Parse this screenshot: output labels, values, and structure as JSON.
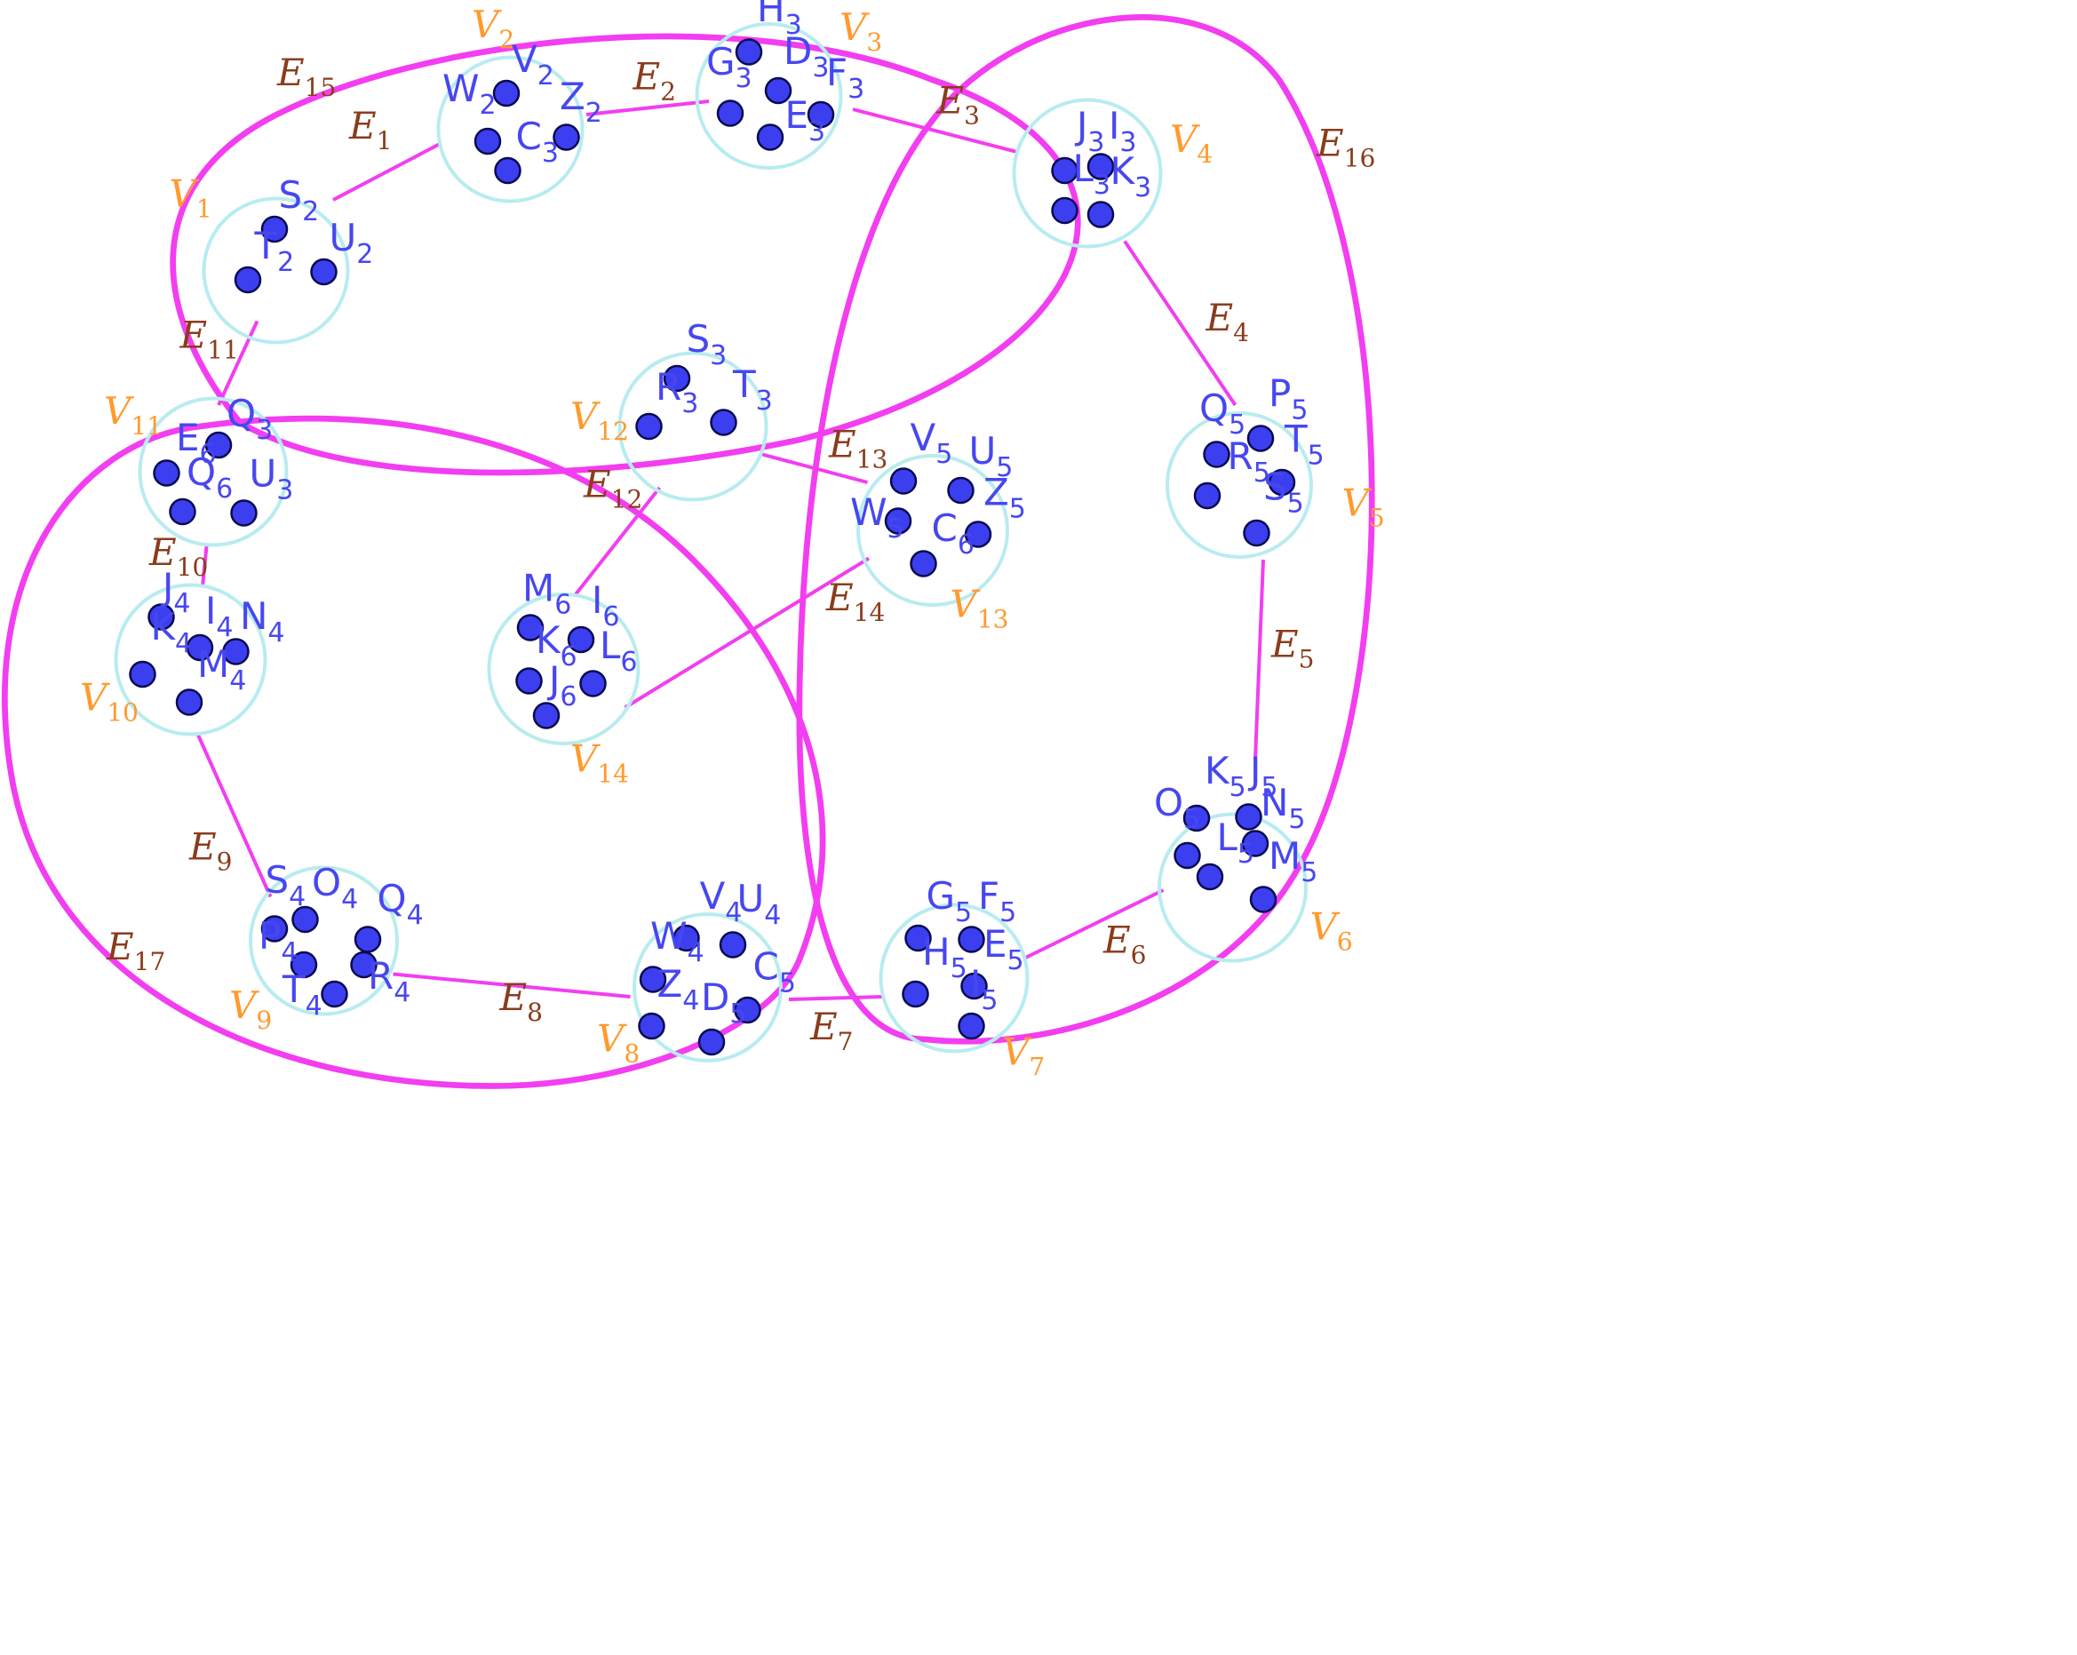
{
  "diagram": {
    "colors": {
      "cluster_stroke": "#b8ecef",
      "edge": "#f23ef0",
      "vertex_fill": "#3b3ff0",
      "vertex_label": "#4747f0",
      "cluster_label": "#ff9a2e",
      "edge_label": "#8a3c1c"
    },
    "clusters": [
      {
        "name": "V",
        "index": "1",
        "vertices": [
          {
            "name": "S",
            "index": "2"
          },
          {
            "name": "T",
            "index": "2"
          },
          {
            "name": "U",
            "index": "2"
          }
        ]
      },
      {
        "name": "V",
        "index": "2",
        "vertices": [
          {
            "name": "V",
            "index": "2"
          },
          {
            "name": "W",
            "index": "2"
          },
          {
            "name": "Z",
            "index": "2"
          },
          {
            "name": "C",
            "index": "3"
          }
        ]
      },
      {
        "name": "V",
        "index": "3",
        "vertices": [
          {
            "name": "H",
            "index": "3"
          },
          {
            "name": "G",
            "index": "3"
          },
          {
            "name": "D",
            "index": "3"
          },
          {
            "name": "F",
            "index": "3"
          },
          {
            "name": "E",
            "index": "3"
          }
        ]
      },
      {
        "name": "V",
        "index": "4",
        "vertices": [
          {
            "name": "J",
            "index": "3"
          },
          {
            "name": "I",
            "index": "3"
          },
          {
            "name": "L",
            "index": "3"
          },
          {
            "name": "K",
            "index": "3"
          }
        ]
      },
      {
        "name": "V",
        "index": "5",
        "vertices": [
          {
            "name": "Q",
            "index": "5"
          },
          {
            "name": "P",
            "index": "5"
          },
          {
            "name": "T",
            "index": "5"
          },
          {
            "name": "R",
            "index": "5"
          },
          {
            "name": "S",
            "index": "5"
          }
        ]
      },
      {
        "name": "V",
        "index": "6",
        "vertices": [
          {
            "name": "K",
            "index": "5"
          },
          {
            "name": "J",
            "index": "5"
          },
          {
            "name": "O",
            "index": "5"
          },
          {
            "name": "N",
            "index": "5"
          },
          {
            "name": "L",
            "index": "5"
          },
          {
            "name": "M",
            "index": "5"
          }
        ]
      },
      {
        "name": "V",
        "index": "7",
        "vertices": [
          {
            "name": "G",
            "index": "5"
          },
          {
            "name": "F",
            "index": "5"
          },
          {
            "name": "E",
            "index": "5"
          },
          {
            "name": "H",
            "index": "5"
          },
          {
            "name": "I",
            "index": "5"
          }
        ]
      },
      {
        "name": "V",
        "index": "8",
        "vertices": [
          {
            "name": "V",
            "index": "4"
          },
          {
            "name": "U",
            "index": "4"
          },
          {
            "name": "W",
            "index": "4"
          },
          {
            "name": "C",
            "index": "5"
          },
          {
            "name": "Z",
            "index": "4"
          },
          {
            "name": "D",
            "index": "5"
          }
        ]
      },
      {
        "name": "V",
        "index": "9",
        "vertices": [
          {
            "name": "S",
            "index": "4"
          },
          {
            "name": "O",
            "index": "4"
          },
          {
            "name": "Q",
            "index": "4"
          },
          {
            "name": "P",
            "index": "4"
          },
          {
            "name": "R",
            "index": "4"
          },
          {
            "name": "T",
            "index": "4"
          }
        ]
      },
      {
        "name": "V",
        "index": "10",
        "vertices": [
          {
            "name": "J",
            "index": "4"
          },
          {
            "name": "I",
            "index": "4"
          },
          {
            "name": "N",
            "index": "4"
          },
          {
            "name": "K",
            "index": "4"
          },
          {
            "name": "M",
            "index": "4"
          }
        ]
      },
      {
        "name": "V",
        "index": "11",
        "vertices": [
          {
            "name": "Q",
            "index": "3"
          },
          {
            "name": "E",
            "index": "6"
          },
          {
            "name": "Q",
            "index": "6"
          },
          {
            "name": "U",
            "index": "3"
          }
        ]
      },
      {
        "name": "V",
        "index": "12",
        "vertices": [
          {
            "name": "S",
            "index": "3"
          },
          {
            "name": "R",
            "index": "3"
          },
          {
            "name": "T",
            "index": "3"
          }
        ]
      },
      {
        "name": "V",
        "index": "13",
        "vertices": [
          {
            "name": "V",
            "index": "5"
          },
          {
            "name": "U",
            "index": "5"
          },
          {
            "name": "W",
            "index": "5"
          },
          {
            "name": "Z",
            "index": "5"
          },
          {
            "name": "C",
            "index": "6"
          }
        ]
      },
      {
        "name": "V",
        "index": "14",
        "vertices": [
          {
            "name": "M",
            "index": "6"
          },
          {
            "name": "I",
            "index": "6"
          },
          {
            "name": "K",
            "index": "6"
          },
          {
            "name": "L",
            "index": "6"
          },
          {
            "name": "J",
            "index": "6"
          }
        ]
      }
    ],
    "edges": [
      {
        "name": "E",
        "index": "1"
      },
      {
        "name": "E",
        "index": "2"
      },
      {
        "name": "E",
        "index": "3"
      },
      {
        "name": "E",
        "index": "4"
      },
      {
        "name": "E",
        "index": "5"
      },
      {
        "name": "E",
        "index": "6"
      },
      {
        "name": "E",
        "index": "7"
      },
      {
        "name": "E",
        "index": "8"
      },
      {
        "name": "E",
        "index": "9"
      },
      {
        "name": "E",
        "index": "10"
      },
      {
        "name": "E",
        "index": "11"
      },
      {
        "name": "E",
        "index": "12"
      },
      {
        "name": "E",
        "index": "13"
      },
      {
        "name": "E",
        "index": "14"
      }
    ],
    "hyperedges": [
      {
        "name": "E",
        "index": "15"
      },
      {
        "name": "E",
        "index": "16"
      },
      {
        "name": "E",
        "index": "17"
      }
    ]
  }
}
